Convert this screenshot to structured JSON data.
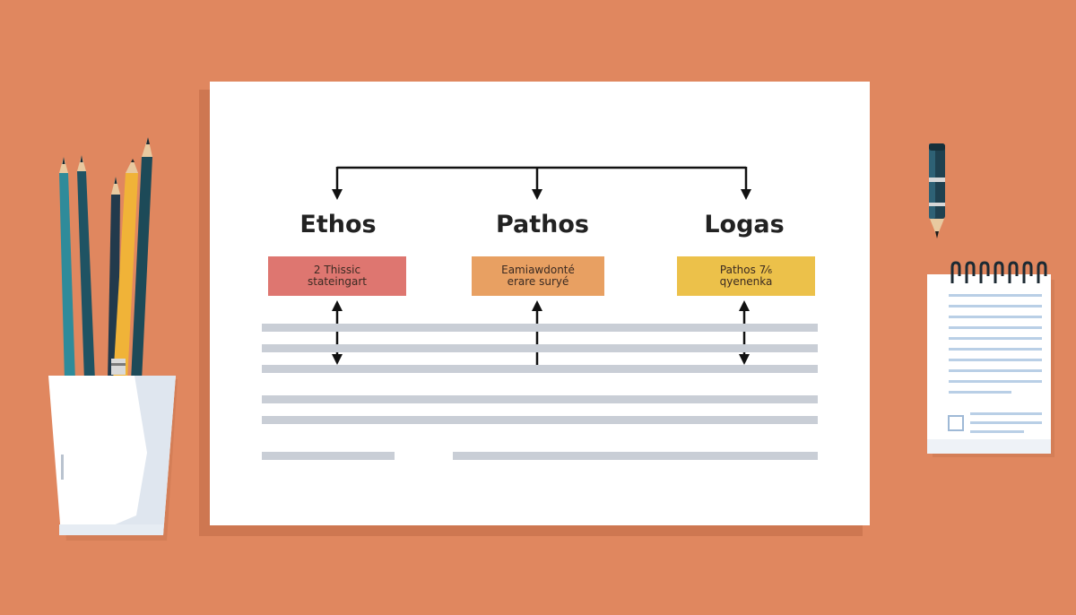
{
  "illustration": {
    "headings": [
      "Ethos",
      "Pathos",
      "Logas"
    ],
    "boxes": [
      {
        "line1": "2 Thissic",
        "line2": "stateingart",
        "color": "#de7670"
      },
      {
        "line1": "Eamiawdonté",
        "line2": "erare suryé",
        "color": "#e8a062"
      },
      {
        "line1": "Pathos 7⁄₆",
        "line2": "qyenenka",
        "color": "#ecc14a"
      }
    ],
    "colors": {
      "background": "#e0875f",
      "paper": "#ffffff",
      "arrow": "#111111",
      "placeholder_lines": "#c9ced6"
    },
    "icons": [
      "pencil-cup-icon",
      "pen-icon",
      "notepad-icon"
    ]
  }
}
